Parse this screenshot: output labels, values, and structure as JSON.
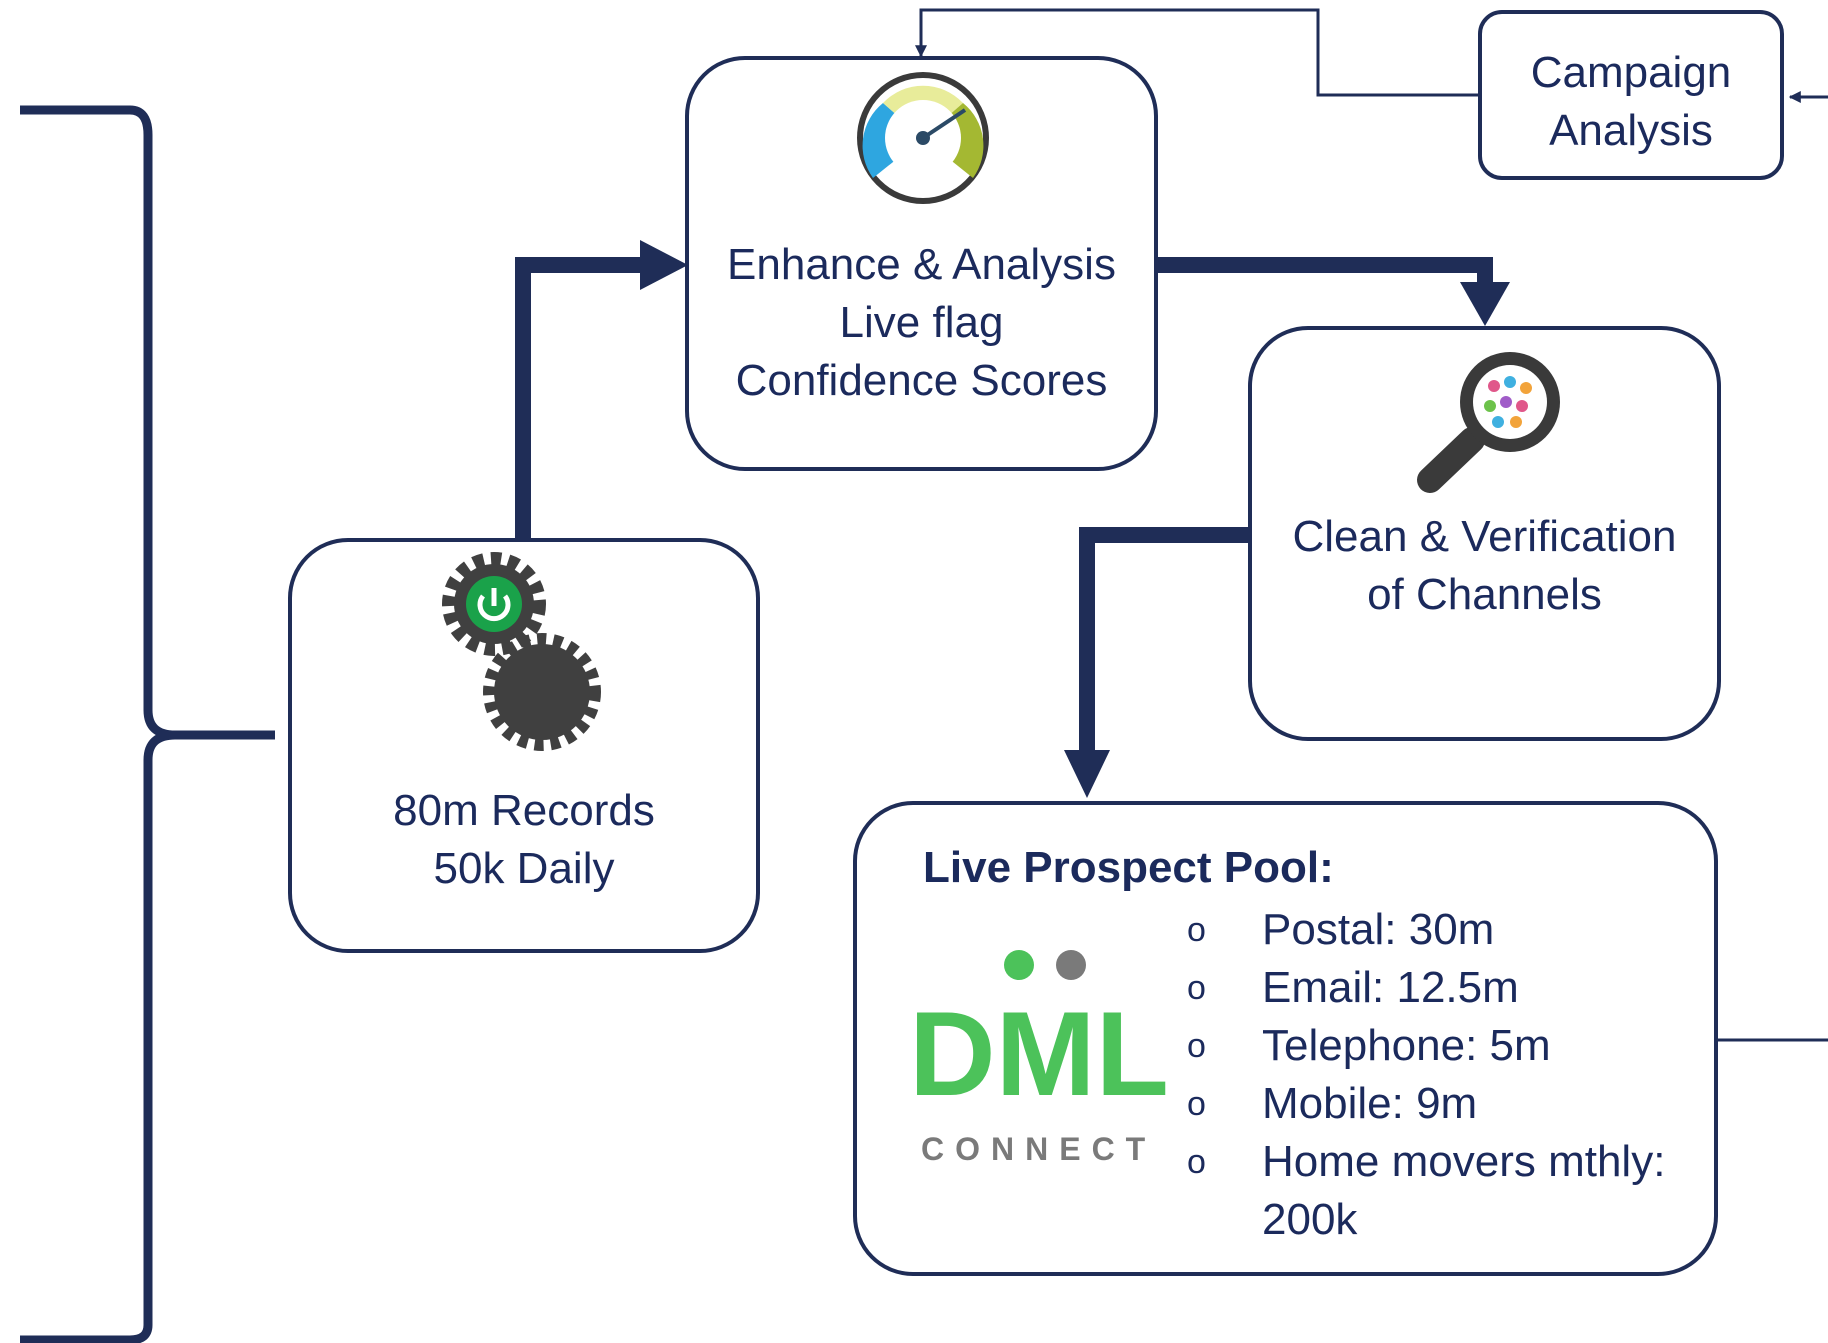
{
  "colors": {
    "navy": "#1f2d57",
    "text": "#1b2a5c",
    "green": "#4cc25a",
    "gray": "#7a7a7a",
    "gear": "#404040"
  },
  "nodes": {
    "campaign": {
      "lines": [
        "Campaign",
        "Analysis"
      ]
    },
    "enhance": {
      "lines": [
        "Enhance & Analysis",
        "Live flag",
        "Confidence Scores"
      ],
      "icon": "speedometer-icon"
    },
    "clean": {
      "lines": [
        "Clean & Verification",
        "of Channels"
      ],
      "icon": "magnifier-people-icon"
    },
    "records": {
      "lines": [
        "80m Records",
        "50k Daily"
      ],
      "icon": "gears-power-icon"
    },
    "pool": {
      "title": "Live Prospect Pool:",
      "bullet": "o",
      "items": [
        "Postal: 30m",
        "Email: 12.5m",
        "Telephone: 5m",
        "Mobile: 9m",
        "Home movers mthly: 200k"
      ],
      "logo": {
        "main": "DML",
        "sub": "CONNECT"
      }
    }
  }
}
